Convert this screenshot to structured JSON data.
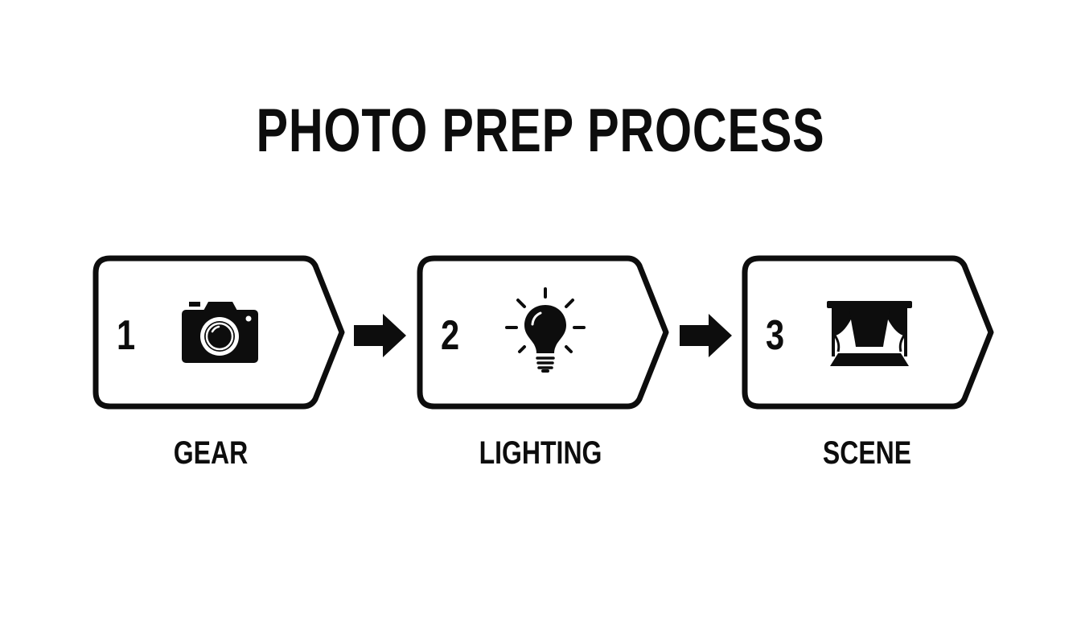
{
  "title": "PHOTO PREP PROCESS",
  "steps": [
    {
      "number": "1",
      "label": "GEAR",
      "icon": "camera-icon"
    },
    {
      "number": "2",
      "label": "LIGHTING",
      "icon": "lightbulb-icon"
    },
    {
      "number": "3",
      "label": "SCENE",
      "icon": "stage-curtain-icon"
    }
  ],
  "colors": {
    "ink": "#0d0d0d",
    "background": "#ffffff"
  }
}
